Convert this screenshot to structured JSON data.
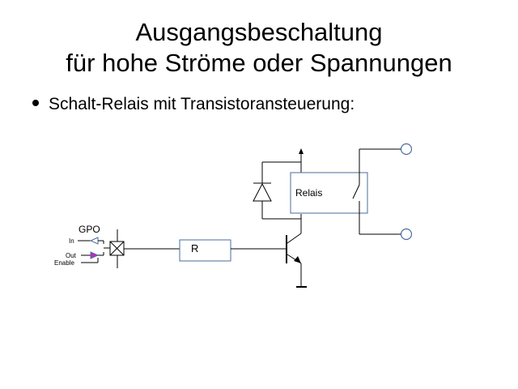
{
  "slide": {
    "title_line1": "Ausgangsbeschaltung",
    "title_line2": "für hohe Ströme oder Spannungen",
    "bullet": "Schalt-Relais mit Transistoransteuerung:"
  },
  "diagram": {
    "gpo_label": "GPO",
    "in_label": "In",
    "out_label": "Out",
    "enable_label": "Enable",
    "resistor_label": "R",
    "relay_label": "Relais"
  },
  "colors": {
    "box_stroke": "#4a6e9a",
    "terminal_stroke": "#4a6e9a",
    "out_arrow_fill": "#cc22cc"
  }
}
